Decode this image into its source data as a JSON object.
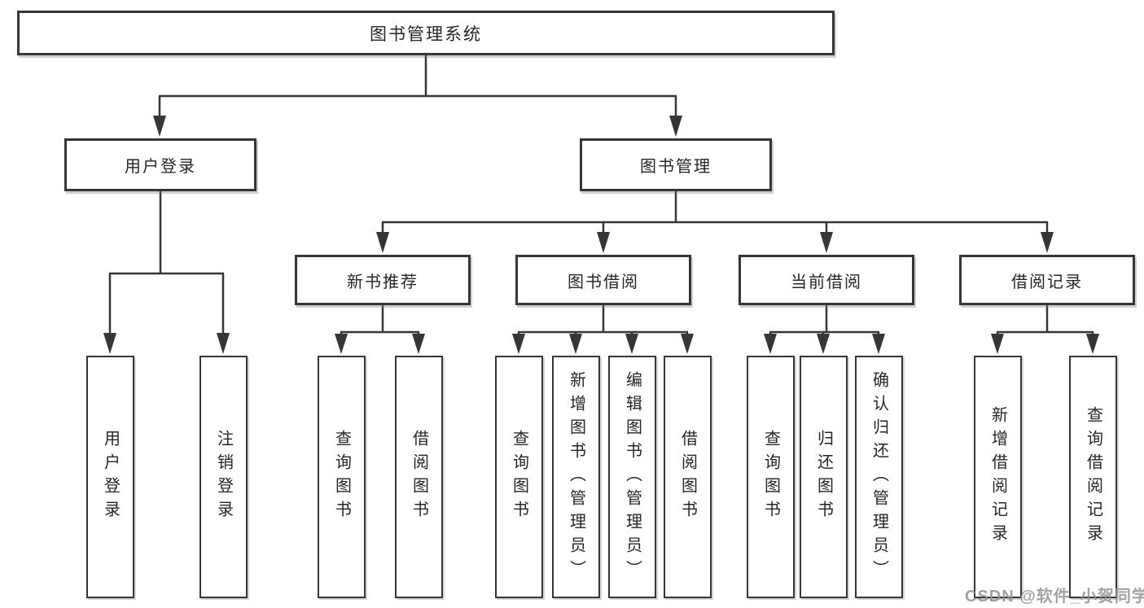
{
  "diagram_type": "hierarchical-function-structure",
  "tree": {
    "label": "图书管理系统",
    "children": [
      {
        "label": "用户登录",
        "children": [
          {
            "label": "用户登录"
          },
          {
            "label": "注销登录"
          }
        ]
      },
      {
        "label": "图书管理",
        "children": [
          {
            "label": "新书推荐",
            "children": [
              {
                "label": "查询图书"
              },
              {
                "label": "借阅图书"
              }
            ]
          },
          {
            "label": "图书借阅",
            "children": [
              {
                "label": "查询图书"
              },
              {
                "label": "新增图书（管理员）"
              },
              {
                "label": "编辑图书（管理员）"
              },
              {
                "label": "借阅图书"
              }
            ]
          },
          {
            "label": "当前借阅",
            "children": [
              {
                "label": "查询图书"
              },
              {
                "label": "归还图书"
              },
              {
                "label": "确认归还（管理员）"
              }
            ]
          },
          {
            "label": "借阅记录",
            "children": [
              {
                "label": "新增借阅记录"
              },
              {
                "label": "查询借阅记录"
              }
            ]
          }
        ]
      }
    ]
  },
  "watermark": {
    "text": "CSDN @软件_小贺同学"
  },
  "colors": {
    "line": "#363636",
    "box_border": "#363636",
    "text": "#262626",
    "background": "#ffffff",
    "watermark": "#8f8f8f"
  }
}
